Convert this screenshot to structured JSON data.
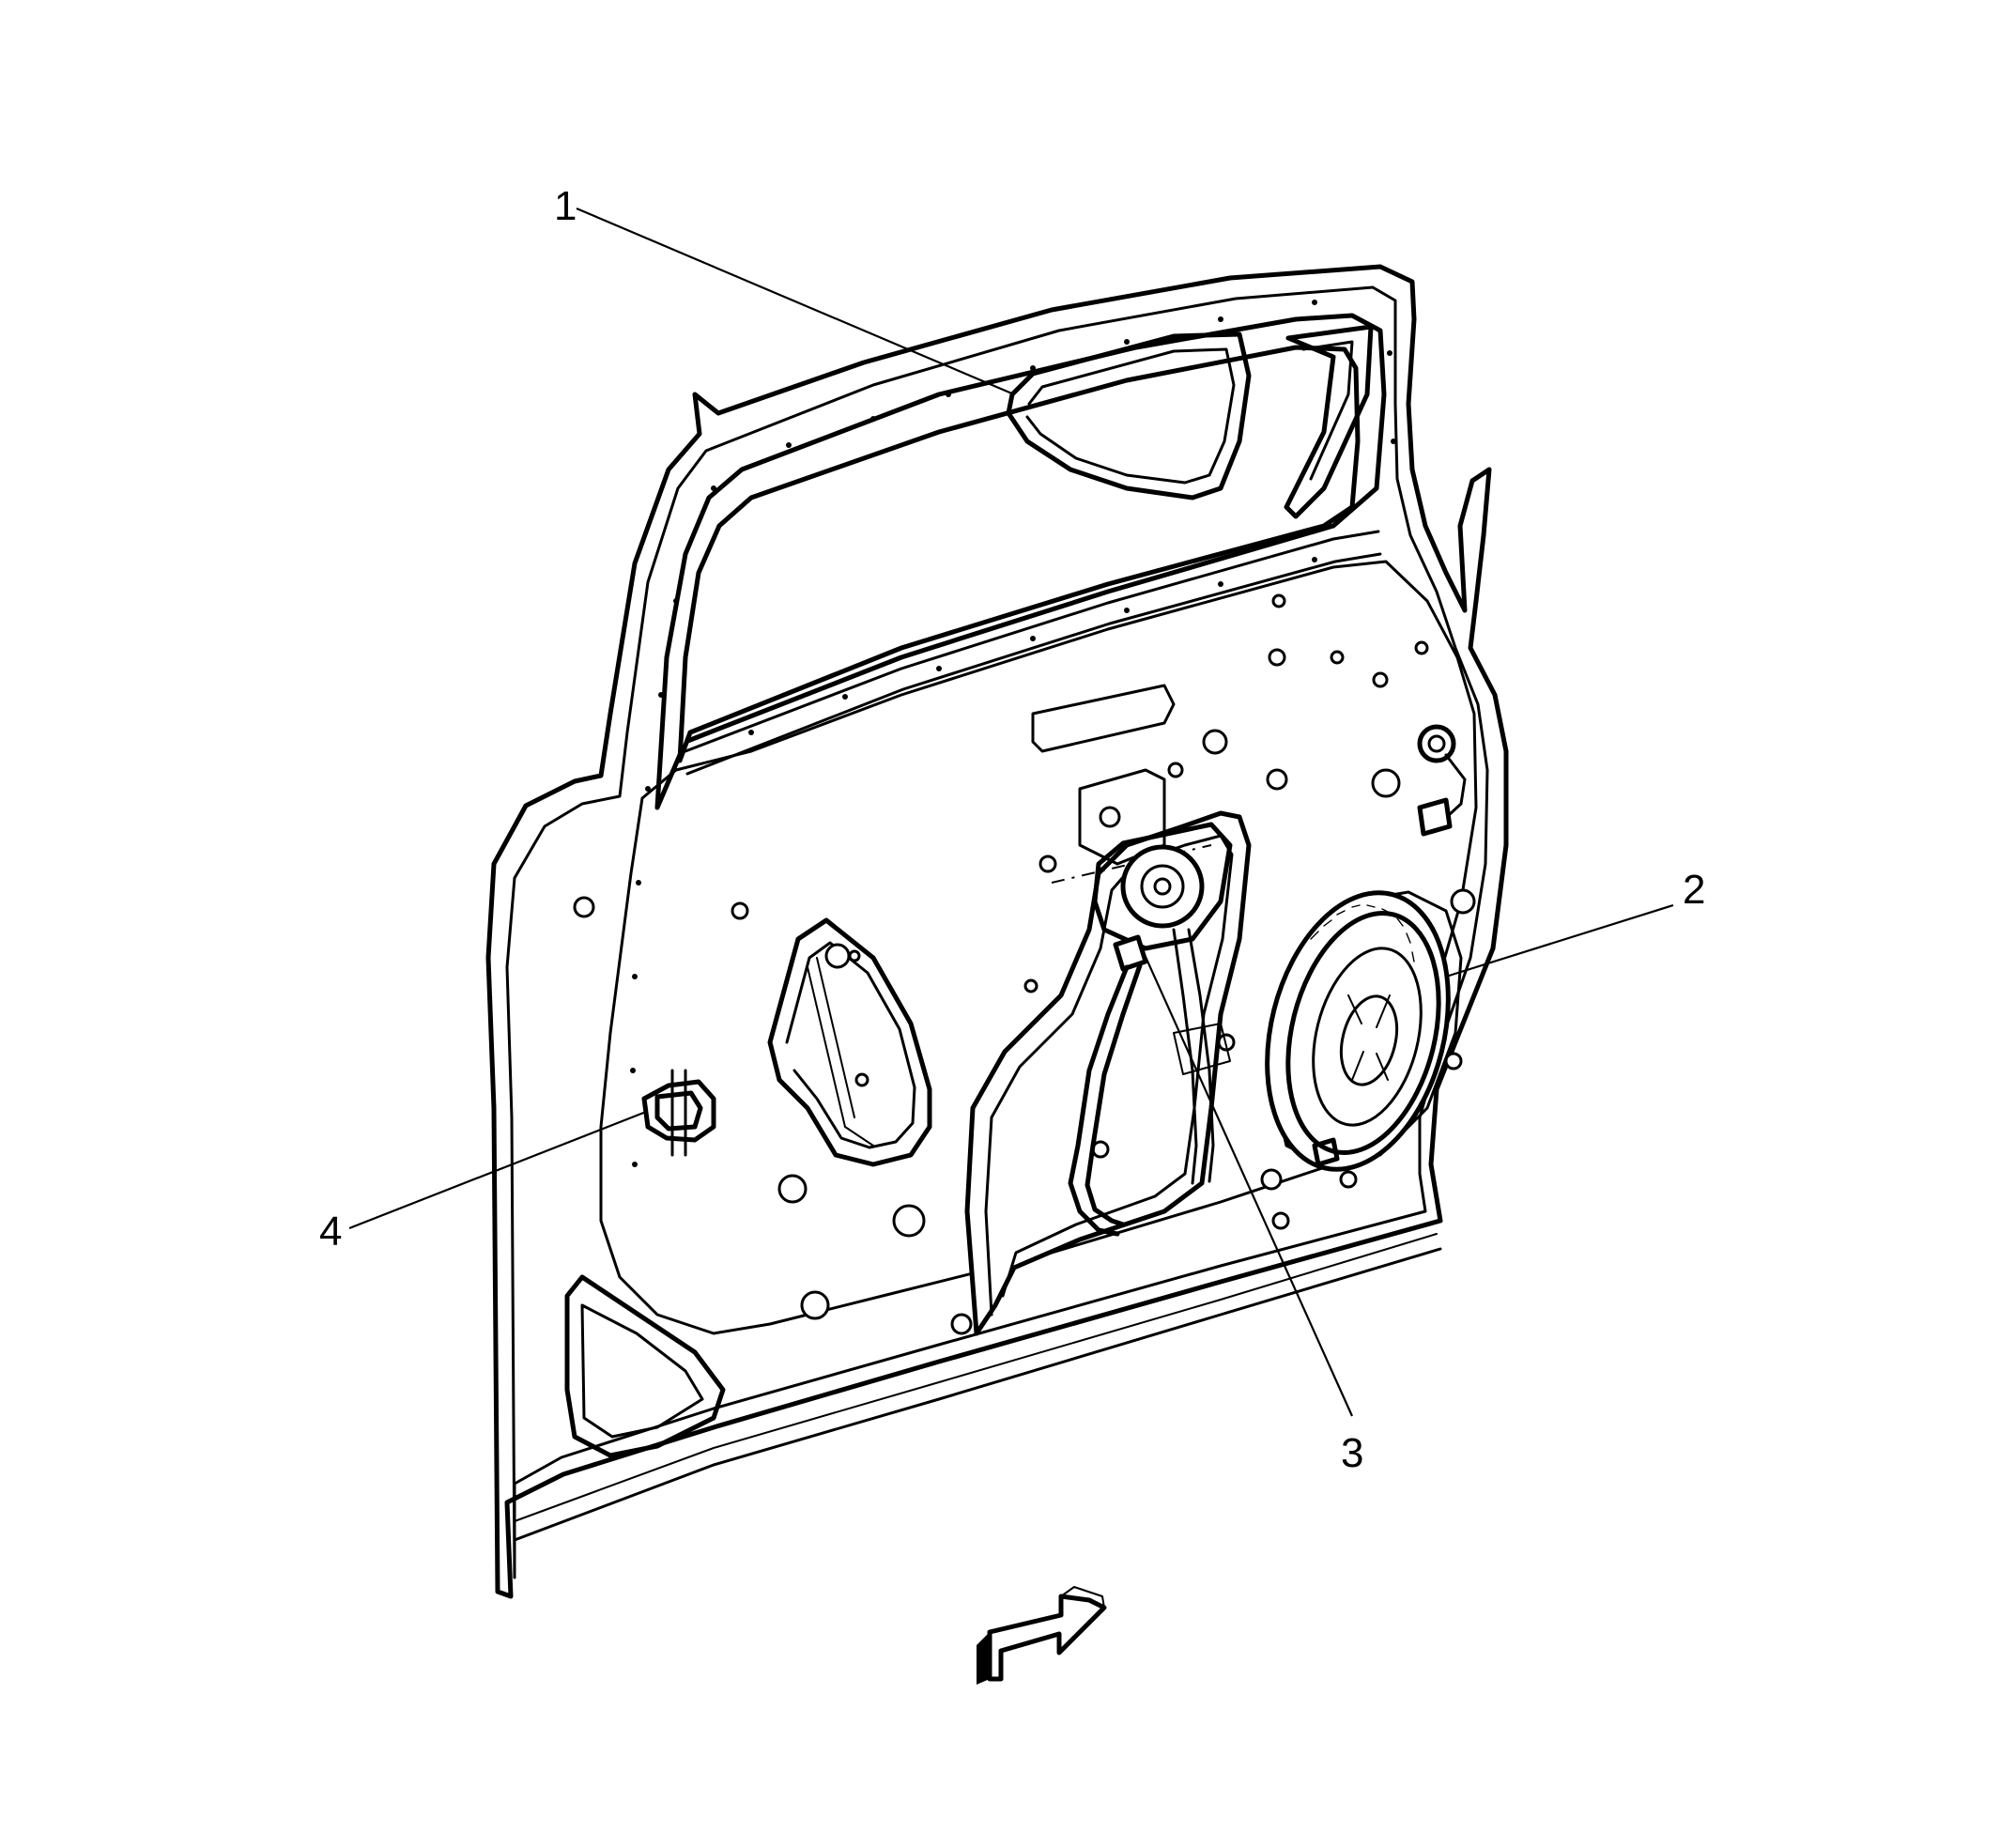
{
  "callouts": [
    {
      "number": "1",
      "component": "window-glass"
    },
    {
      "number": "2",
      "component": "speaker"
    },
    {
      "number": "3",
      "component": "window-regulator"
    },
    {
      "number": "4",
      "component": "door-hinge"
    }
  ],
  "view_direction_arrow": {
    "icon": "view-direction-arrow-icon"
  },
  "colors": {
    "line": "#000000",
    "background": "#ffffff"
  }
}
